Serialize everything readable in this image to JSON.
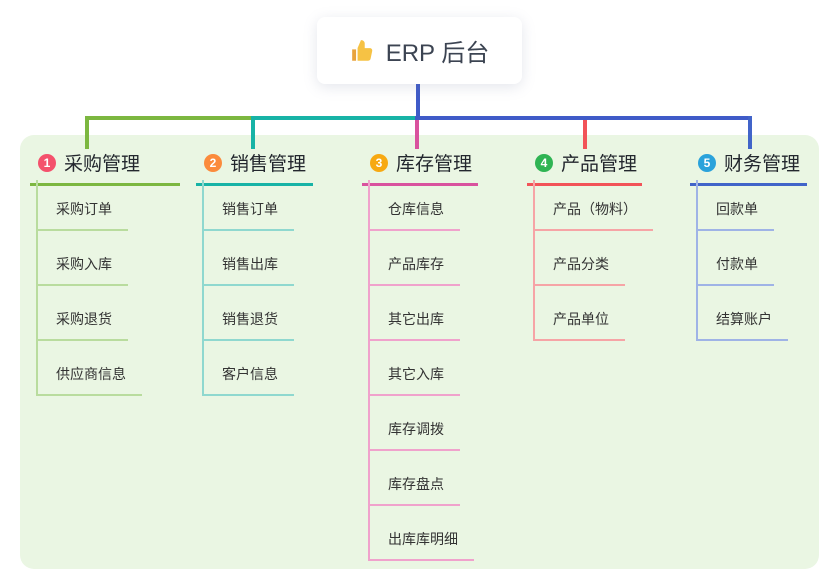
{
  "root": {
    "icon": "thumbs-up",
    "label": "ERP 后台",
    "connector_color": "#3f5bc8"
  },
  "branches": [
    {
      "number": "1",
      "label": "采购管理",
      "badge_color": "#f4516c",
      "line_color": "#7cb740",
      "child_line_color": "#b9dc9e",
      "children": [
        "采购订单",
        "采购入库",
        "采购退货",
        "供应商信息"
      ]
    },
    {
      "number": "2",
      "label": "销售管理",
      "badge_color": "#fb8b3c",
      "line_color": "#17b3a6",
      "child_line_color": "#8fd8cf",
      "children": [
        "销售订单",
        "销售出库",
        "销售退货",
        "客户信息"
      ]
    },
    {
      "number": "3",
      "label": "库存管理",
      "badge_color": "#f7a912",
      "line_color": "#d9529e",
      "child_line_color": "#f0a2cc",
      "children": [
        "仓库信息",
        "产品库存",
        "其它出库",
        "其它入库",
        "库存调拨",
        "库存盘点",
        "出库库明细"
      ]
    },
    {
      "number": "4",
      "label": "产品管理",
      "badge_color": "#2fb453",
      "line_color": "#f25358",
      "child_line_color": "#f6a4a6",
      "children": [
        "产品（物料）",
        "产品分类",
        "产品单位"
      ]
    },
    {
      "number": "5",
      "label": "财务管理",
      "badge_color": "#2aa2db",
      "line_color": "#4164c9",
      "child_line_color": "#9fb3e6",
      "children": [
        "回款单",
        "付款单",
        "结算账户"
      ]
    }
  ],
  "panel_background": "#eaf6e3"
}
